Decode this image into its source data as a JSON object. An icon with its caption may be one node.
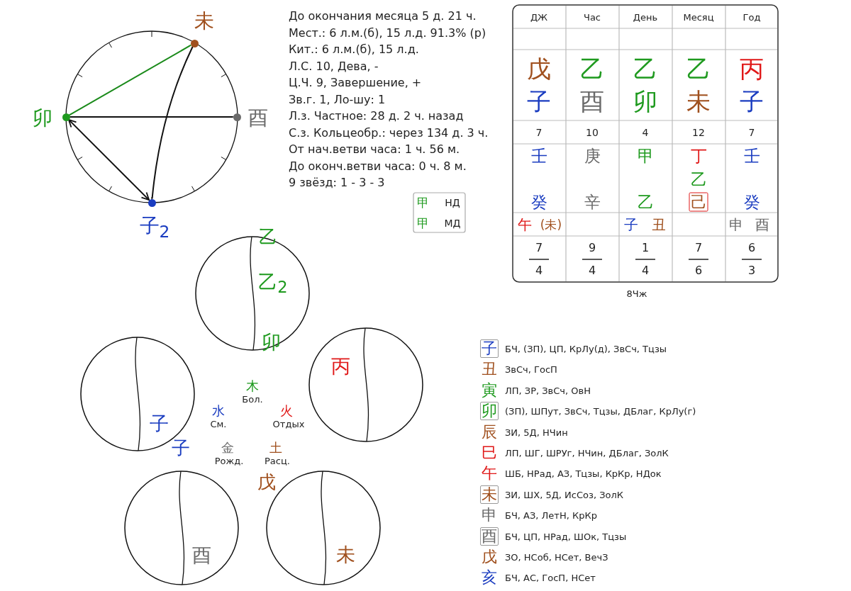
{
  "diagram": {
    "nodes": [
      {
        "text": [],
        "shape": "circle",
        "beside": [
          "未"
        ]
      },
      {
        "text": [],
        "shape": "circle",
        "beside": [
          "卯"
        ]
      },
      {
        "text": [],
        "shape": "circle",
        "beside": [
          "酉"
        ]
      },
      {
        "text": [],
        "shape": "circle",
        "beside": [
          "子$_{2}$"
        ]
      },
      {
        "text": [
          "乙$_{2}$",
          "卯"
        ]
      },
      {
        "text": [
          "子"
        ]
      },
      {
        "text": [
          "丙"
        ]
      },
      {
        "text": [
          "酉"
        ]
      },
      {
        "text": [
          "未"
        ]
      }
    ],
    "edges": [
      {
        "from": 1,
        "to": 0,
        "arrow": "none",
        "color": "#1a8a1a"
      },
      {
        "from": 1,
        "to": 2,
        "arrow": "none"
      },
      {
        "from": 1,
        "to": 3,
        "arrow": "both"
      },
      {
        "from": 3,
        "to": 0,
        "arrow": "none"
      }
    ],
    "labels": [
      "До окончания месяца 5 д. 21 ч.",
      "Мест.: 6 л.м.(б), 15 л.д. 91.3% (р)",
      "Кит.:  6 л.м.(б), 15 л.д.",
      "Л.С. 10,  Дева, -",
      "Ц.Ч. 9,  Завершение, +",
      "Зв.г. 1,  Ло-шу: 1",
      "Л.з. Частное: 28 д. 2 ч. назад",
      "С.з. Кольцеобр.: через 134 д. 3 ч.",
      "От нач.ветви часа: 1 ч. 56 м.",
      "До оконч.ветви часа: 0 ч. 8 м.",
      "9 звёзд: 1 - 3 - 3",
      "甲",
      "НД",
      "甲",
      "МД",
      "ДЖ",
      "Час",
      "День",
      "Месяц",
      "Год",
      "戊",
      "乙",
      "乙",
      "乙",
      "丙",
      "子",
      "酉",
      "卯",
      "未",
      "子",
      "7",
      "10",
      "4",
      "12",
      "7",
      "壬",
      "庚",
      "甲",
      "丁",
      "壬",
      "乙",
      "癸",
      "辛",
      "乙",
      "己",
      "癸",
      "午",
      "(未)",
      "子",
      "丑",
      "申",
      "酉",
      "7",
      "9",
      "1",
      "7",
      "6",
      "4",
      "4",
      "4",
      "6",
      "3",
      "8Чж",
      "乙",
      "木",
      "Бол.",
      "水",
      "См.",
      "火",
      "Отдых",
      "子",
      "金",
      "Рожд.",
      "土",
      "Расц.",
      "戊",
      "子",
      "БЧ, (ЗП), ЦП, КрЛу(д), ЗвСч, Тцзы",
      "丑",
      "ЗвСч, ГосП",
      "寅",
      "ЛП, ЗР, ЗвСч, ОвН",
      "卯",
      "(ЗП), ШПут, ЗвСч, Тцзы, ДБлаг, КрЛу(г)",
      "辰",
      "ЗИ, 5Д, НЧин",
      "巳",
      "ЛП, ШГ, ШРУг, НЧин, ДБлаг, ЗолК",
      "午",
      "ШБ, НРад, АЗ, Тцзы, КрКр, НДок",
      "未",
      "ЗИ, ШХ, 5Д, ИсСоз, ЗолК",
      "申",
      "БЧ, АЗ, ЛетН, КрКр",
      "酉",
      "БЧ, ЦП, НРад, ШОк, Тцзы",
      "戊",
      "ЗО, НСоб, НСет, ВечЗ",
      "亥",
      "БЧ, АС, ГосП, НСет"
    ]
  }
}
